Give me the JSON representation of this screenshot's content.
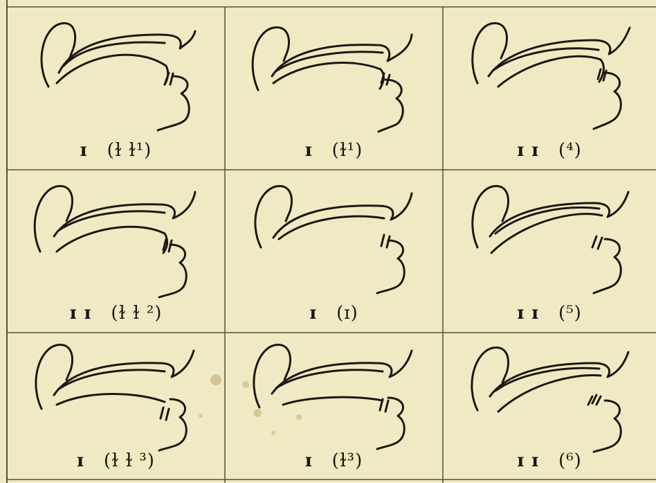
{
  "colors": {
    "paper": "#f0eac4",
    "ink": "#1c1812",
    "rule": "#55503c",
    "stain": "#cdb98a"
  },
  "cells": [
    {
      "id": "r1c1",
      "symbol": "ɪ",
      "paren": "(ɫ ɫ¹)"
    },
    {
      "id": "r1c2",
      "symbol": "ɪ",
      "paren": "(ɫ¹)"
    },
    {
      "id": "r1c3",
      "symbol": "ɪ ɪ",
      "paren": "(⁴)"
    },
    {
      "id": "r2c1",
      "symbol": "ɪ ɪ",
      "paren": "(ɫ ɫ ²)"
    },
    {
      "id": "r2c2",
      "symbol": "ɪ",
      "paren": "(ɪ)"
    },
    {
      "id": "r2c3",
      "symbol": "ɪ ɪ",
      "paren": "(⁵)"
    },
    {
      "id": "r3c1",
      "symbol": "ɪ",
      "paren": "(ɫ ɫ ³)"
    },
    {
      "id": "r3c2",
      "symbol": "ɪ",
      "paren": "(ɫ³)"
    },
    {
      "id": "r3c3",
      "symbol": "ɪ ɪ",
      "paren": "(⁶)"
    }
  ]
}
